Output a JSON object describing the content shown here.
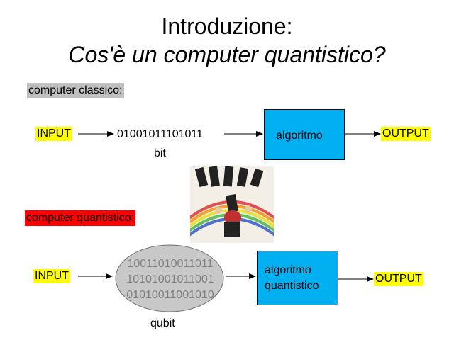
{
  "title": {
    "line1": "Introduzione:",
    "line2": "Cos'è un computer quantistico?"
  },
  "classic": {
    "label": "computer classico:",
    "input": "INPUT",
    "bits": "01001011101011",
    "bit_caption": "bit",
    "algorithm": "algoritmo",
    "output": "OUTPUT"
  },
  "quantum": {
    "label": "computer quantistico:",
    "input": "INPUT",
    "bits": [
      "10011010011011",
      "10101001011001",
      "01010011001010"
    ],
    "qubit_caption": "qubit",
    "algorithm_line1": "algoritmo",
    "algorithm_line2": "quantistico",
    "output": "OUTPUT"
  },
  "colors": {
    "box_fill": "#00b0f0",
    "highlight_input_output": "#ffff00",
    "classic_label_bg": "#c0c0c0",
    "quantum_label_bg": "#ff0000"
  },
  "image": "cartoon-illustration"
}
